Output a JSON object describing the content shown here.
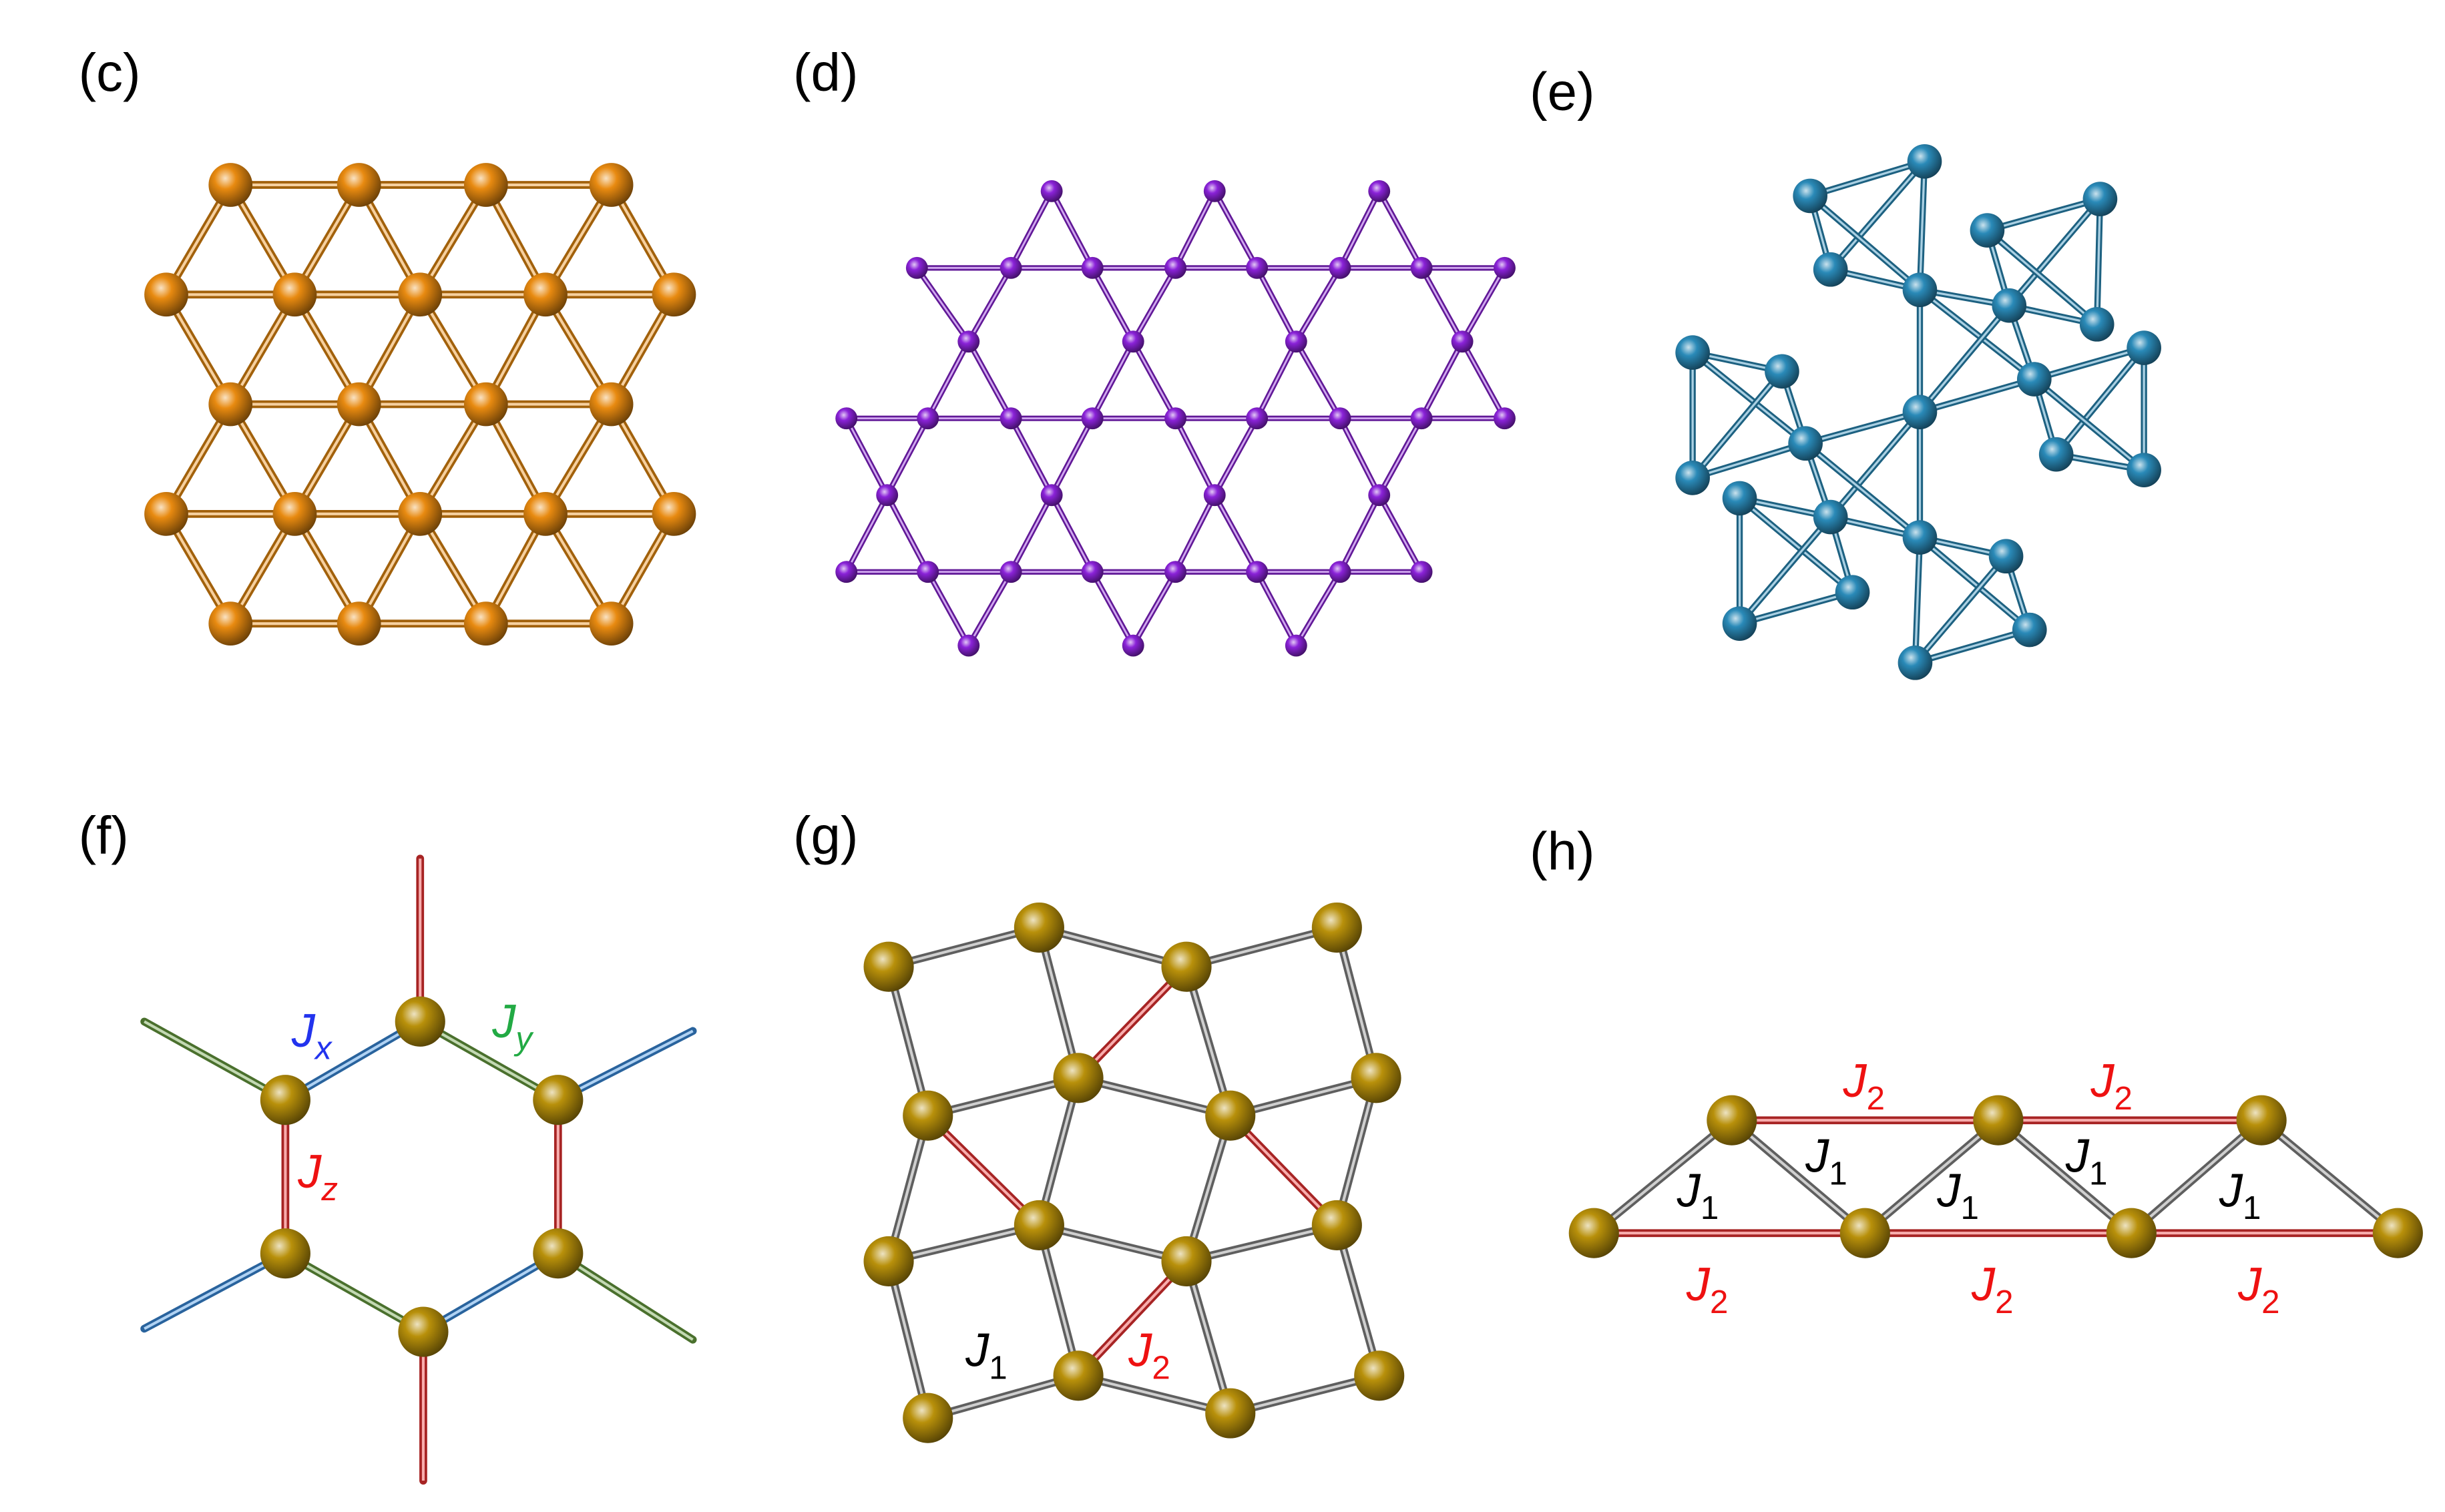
{
  "panels": {
    "c": {
      "label": "(c)",
      "color": "#e88a10"
    },
    "d": {
      "label": "(d)",
      "color": "#8a22d8"
    },
    "e": {
      "label": "(e)",
      "color": "#2a8ab8"
    },
    "f": {
      "label": "(f)",
      "color": "#b8900a"
    },
    "g": {
      "label": "(g)",
      "color": "#b8900a"
    },
    "h": {
      "label": "(h)",
      "color": "#b8900a"
    }
  },
  "couplings": {
    "f": [
      {
        "main": "J",
        "sub": "x",
        "color": "#2233ee"
      },
      {
        "main": "J",
        "sub": "y",
        "color": "#22aa44"
      },
      {
        "main": "J",
        "sub": "z",
        "color": "#ee1111"
      }
    ],
    "g": [
      {
        "main": "J",
        "sub": "1",
        "color": "#000000"
      },
      {
        "main": "J",
        "sub": "2",
        "color": "#ee1111"
      }
    ],
    "h": [
      {
        "main": "J",
        "sub": "2",
        "color": "#ee1111"
      },
      {
        "main": "J",
        "sub": "2",
        "color": "#ee1111"
      },
      {
        "main": "J",
        "sub": "1",
        "color": "#000000"
      },
      {
        "main": "J",
        "sub": "1",
        "color": "#000000"
      },
      {
        "main": "J",
        "sub": "1",
        "color": "#000000"
      },
      {
        "main": "J",
        "sub": "1",
        "color": "#000000"
      },
      {
        "main": "J",
        "sub": "1",
        "color": "#000000"
      },
      {
        "main": "J",
        "sub": "2",
        "color": "#ee1111"
      },
      {
        "main": "J",
        "sub": "2",
        "color": "#ee1111"
      },
      {
        "main": "J",
        "sub": "2",
        "color": "#ee1111"
      }
    ]
  },
  "bond_colors": {
    "x": "#3a8ee0",
    "y": "#6aa040",
    "z": "#ee3333",
    "gray": "#888888",
    "red": "#ee3333"
  }
}
